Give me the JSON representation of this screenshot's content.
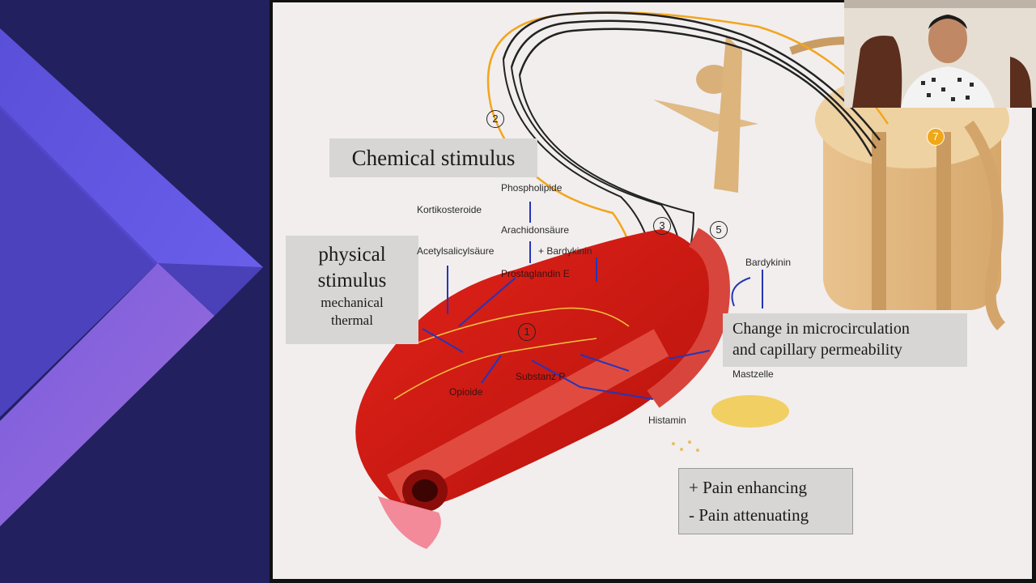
{
  "slide": {
    "labels": {
      "chemical_stimulus": "Chemical stimulus",
      "physical_stimulus_line1": "physical",
      "physical_stimulus_line2": "stimulus",
      "physical_stimulus_line3": "mechanical",
      "physical_stimulus_line4": "thermal",
      "microcirculation_line1": "Change in microcirculation",
      "microcirculation_line2": "and capillary permeability",
      "legend_enhancing": "+ Pain enhancing",
      "legend_attenuating": "- Pain attenuating"
    },
    "annotations": {
      "phospholipide": "Phospholipide",
      "kortikosteroide": "Kortikosteroide",
      "arachidonsaure": "Arachidonsäure",
      "acetylsalicylsaure": "Acetylsalicylsäure",
      "bardykinin_plus": "+ Bardykinin",
      "prostaglandin": "Prostaglandin E",
      "opioide": "Opioide",
      "substanz_p": "Substanz P",
      "bardykinin": "Bardykinin",
      "mastzelle": "Mastzelle",
      "histamin": "Histamin"
    },
    "markers": {
      "m1": "1",
      "m2": "2",
      "m3": "3",
      "m5": "5",
      "m7": "7"
    }
  }
}
